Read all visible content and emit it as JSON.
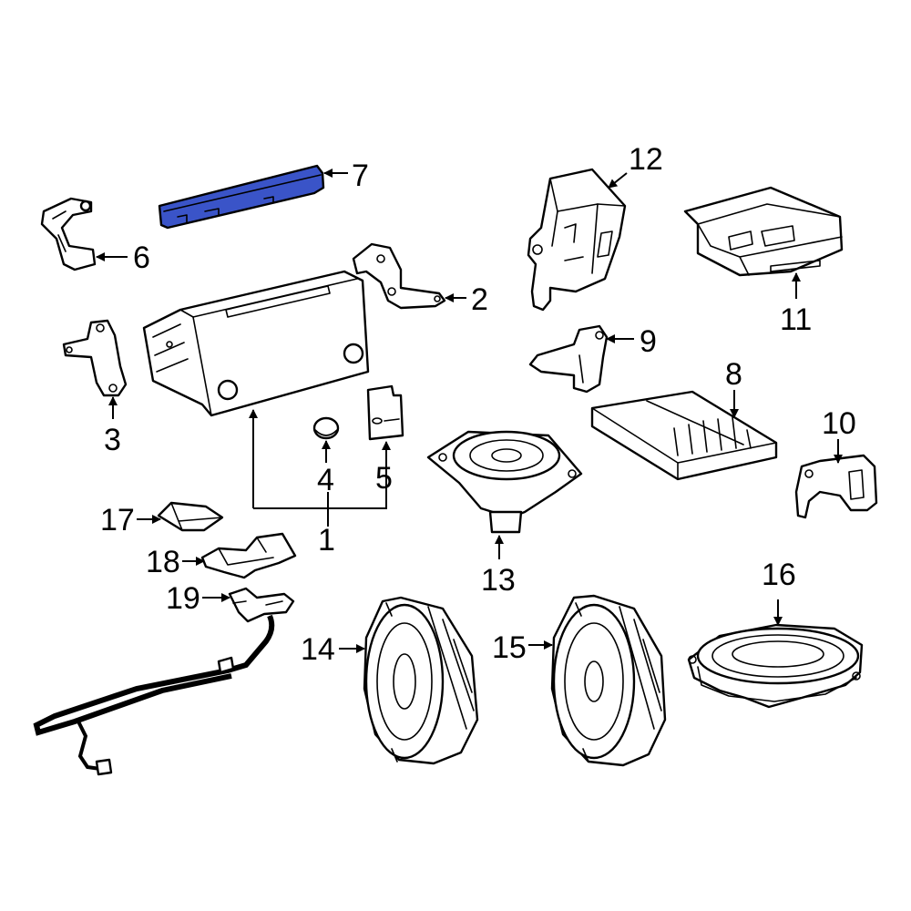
{
  "diagram": {
    "highlight_color": "#3a54c8",
    "line_color": "#000000",
    "background": "#ffffff",
    "callouts": [
      "1",
      "2",
      "3",
      "4",
      "5",
      "6",
      "7",
      "8",
      "9",
      "10",
      "11",
      "12",
      "13",
      "14",
      "15",
      "16",
      "17",
      "18",
      "19"
    ]
  }
}
